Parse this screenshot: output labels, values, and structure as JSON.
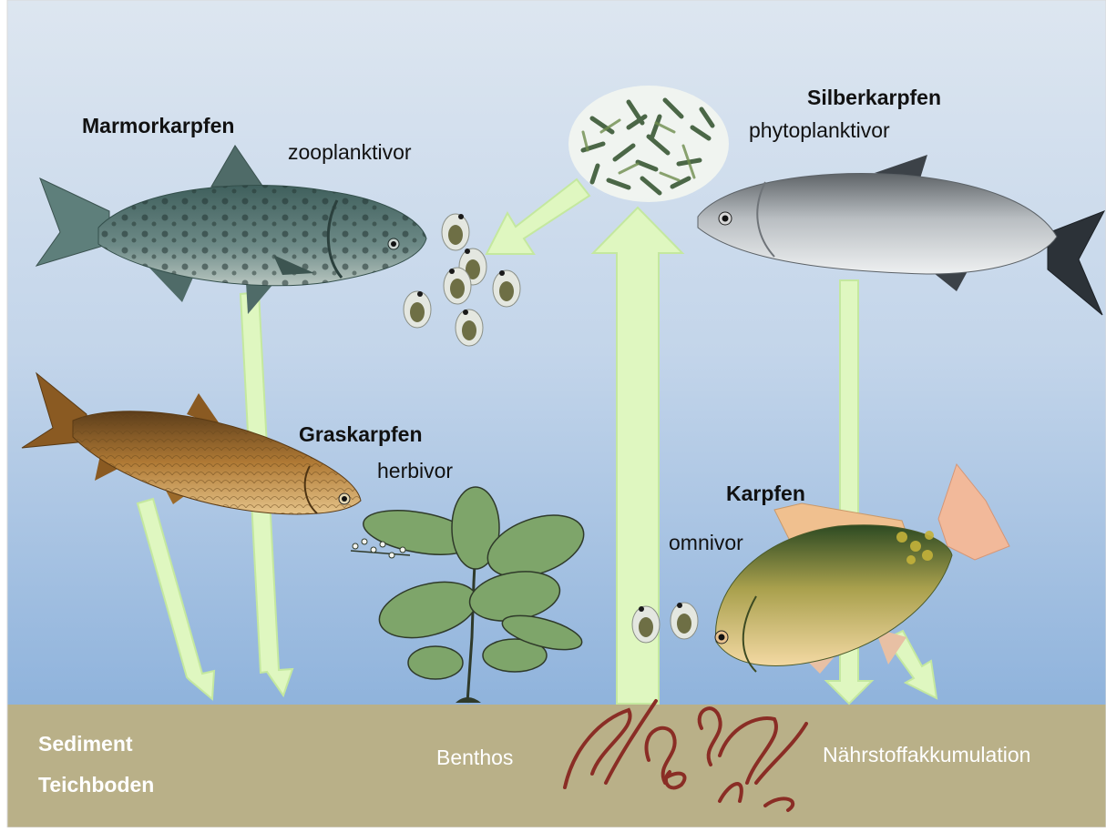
{
  "species": {
    "bighead": {
      "name": "Marmorkarpfen",
      "diet": "zooplanktivor"
    },
    "silver": {
      "name": "Silberkarpfen",
      "diet": "phytoplanktivor"
    },
    "grass": {
      "name": "Graskarpfen",
      "diet": "herbivor"
    },
    "common": {
      "name": "Karpfen",
      "diet": "omnivor"
    }
  },
  "ground": {
    "sediment": "Sediment",
    "teichboden": "Teichboden",
    "benthos": "Benthos",
    "accumulation": "Nährstoffakkumulation"
  },
  "colors": {
    "water_top": "#dde6f0",
    "water_bottom": "#8fb3dc",
    "ground": "#b9b088",
    "arrow_fill": "#dff7c0",
    "arrow_stroke": "#c4e89f"
  }
}
